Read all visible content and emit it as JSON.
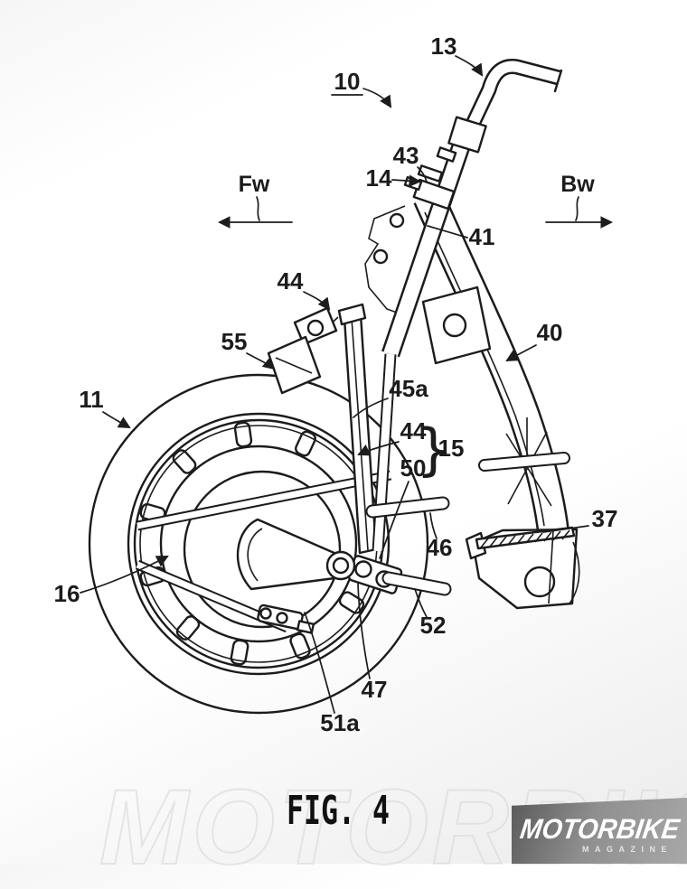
{
  "figure": {
    "caption": "FIG. 4",
    "reference_labels": {
      "r10": "10",
      "r11": "11",
      "r13": "13",
      "r14": "14",
      "r15": "15",
      "r16": "16",
      "r37": "37",
      "r40": "40",
      "r41": "41",
      "r43": "43",
      "r44": "44",
      "r45a": "45a",
      "r46": "46",
      "r47": "47",
      "r50": "50",
      "r51a": "51a",
      "r52": "52",
      "r55": "55"
    },
    "direction_arrows": {
      "forward": "Fw",
      "backward": "Bw"
    },
    "brace": "}"
  },
  "watermark": {
    "background_text": "MOTORBIKE"
  },
  "logo": {
    "title": "MOTORBIKE",
    "subtitle": "MAGAZINE"
  },
  "colors": {
    "line_color": "#1c1c1c",
    "background": "#ffffff",
    "watermark": "#d6d6d6",
    "logo_bg_dark": "#5a5a5a",
    "logo_bg_light": "#a8a8a8",
    "logo_text": "#ffffff"
  }
}
